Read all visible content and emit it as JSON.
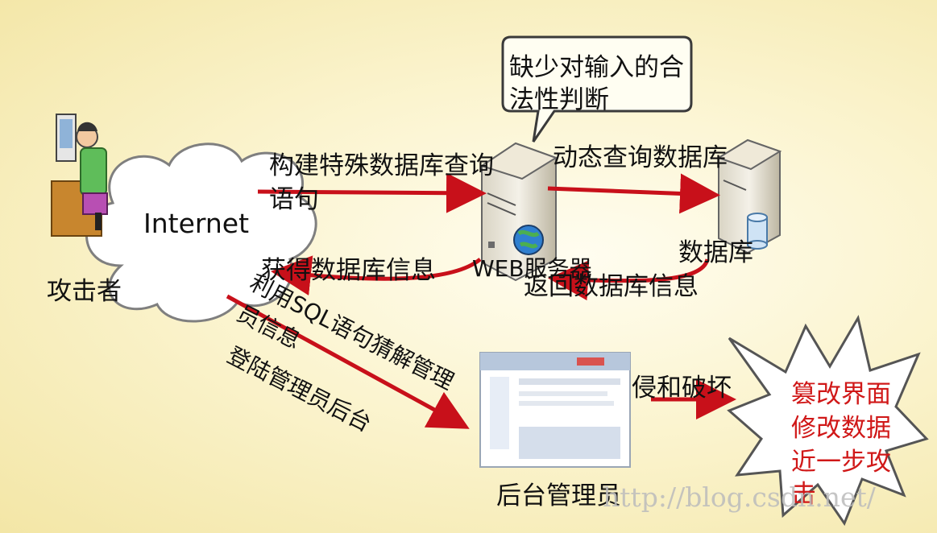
{
  "bubble": {
    "line1": "缺少对输入的合",
    "line2": "法性判断"
  },
  "cloud_label": "Internet",
  "attacker_label": "攻击者",
  "server_label": "WEB服务器",
  "db_label": "数据库",
  "admin_label": "后台管理员",
  "arrows": {
    "build_query_1": "构建特殊数据库查询",
    "build_query_2": "语句",
    "get_db_info": "获得数据库信息",
    "dynamic_query": "动态查询数据库",
    "return_db_info": "返回数据库信息",
    "guess_1": "利用SQL语句猜解管理",
    "guess_2": "员信息",
    "login_admin": "登陆管理员后台",
    "invade": "侵和破坏"
  },
  "burst": {
    "line1": "篡改界面",
    "line2": "修改数据",
    "line3": "近一步攻",
    "line4": "击"
  },
  "watermark": "http://blog.csdn.net/",
  "colors": {
    "arrow": "#c8101a",
    "burst_text": "#d01818"
  }
}
